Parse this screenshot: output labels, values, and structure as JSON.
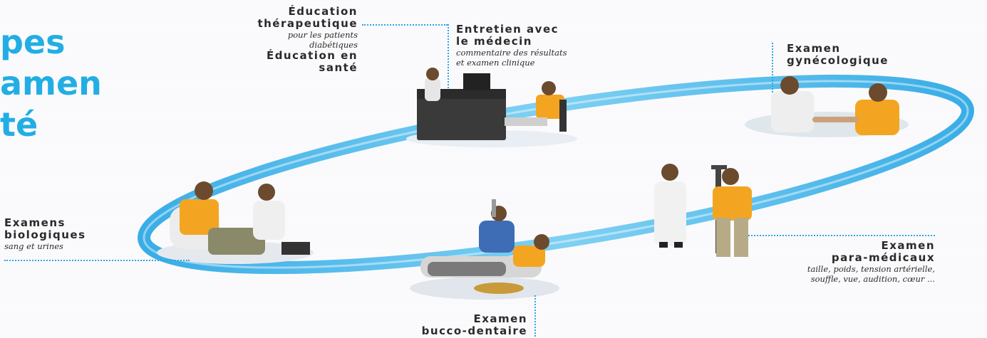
{
  "title_fragments": [
    "pes",
    "amen",
    "té"
  ],
  "colors": {
    "accent": "#22aee4",
    "ring": "#43b4ea",
    "orange": "#f3a521",
    "text": "#2a2a2a"
  },
  "steps": {
    "education": {
      "title1": "Éducation",
      "title2": "thérapeutique",
      "sub1": "pour les patients",
      "sub2": "diabétiques",
      "title3": "Éducation en",
      "title4": "santé"
    },
    "entretien": {
      "title1": "Entretien avec",
      "title2": "le médecin",
      "sub1": "commentaire des résultats",
      "sub2": "et examen clinique"
    },
    "gyneco": {
      "title1": "Examen",
      "title2": "gynécologique"
    },
    "biologiques": {
      "title1": "Examens",
      "title2": "biologiques",
      "sub1": "sang et urines"
    },
    "paramedicaux": {
      "title1": "Examen",
      "title2": "para-médicaux",
      "sub1": "taille, poids, tension artérielle,",
      "sub2": "souffle, vue, audition, cœur ..."
    },
    "dentaire": {
      "title1": "Examen",
      "title2": "bucco-dentaire"
    }
  }
}
